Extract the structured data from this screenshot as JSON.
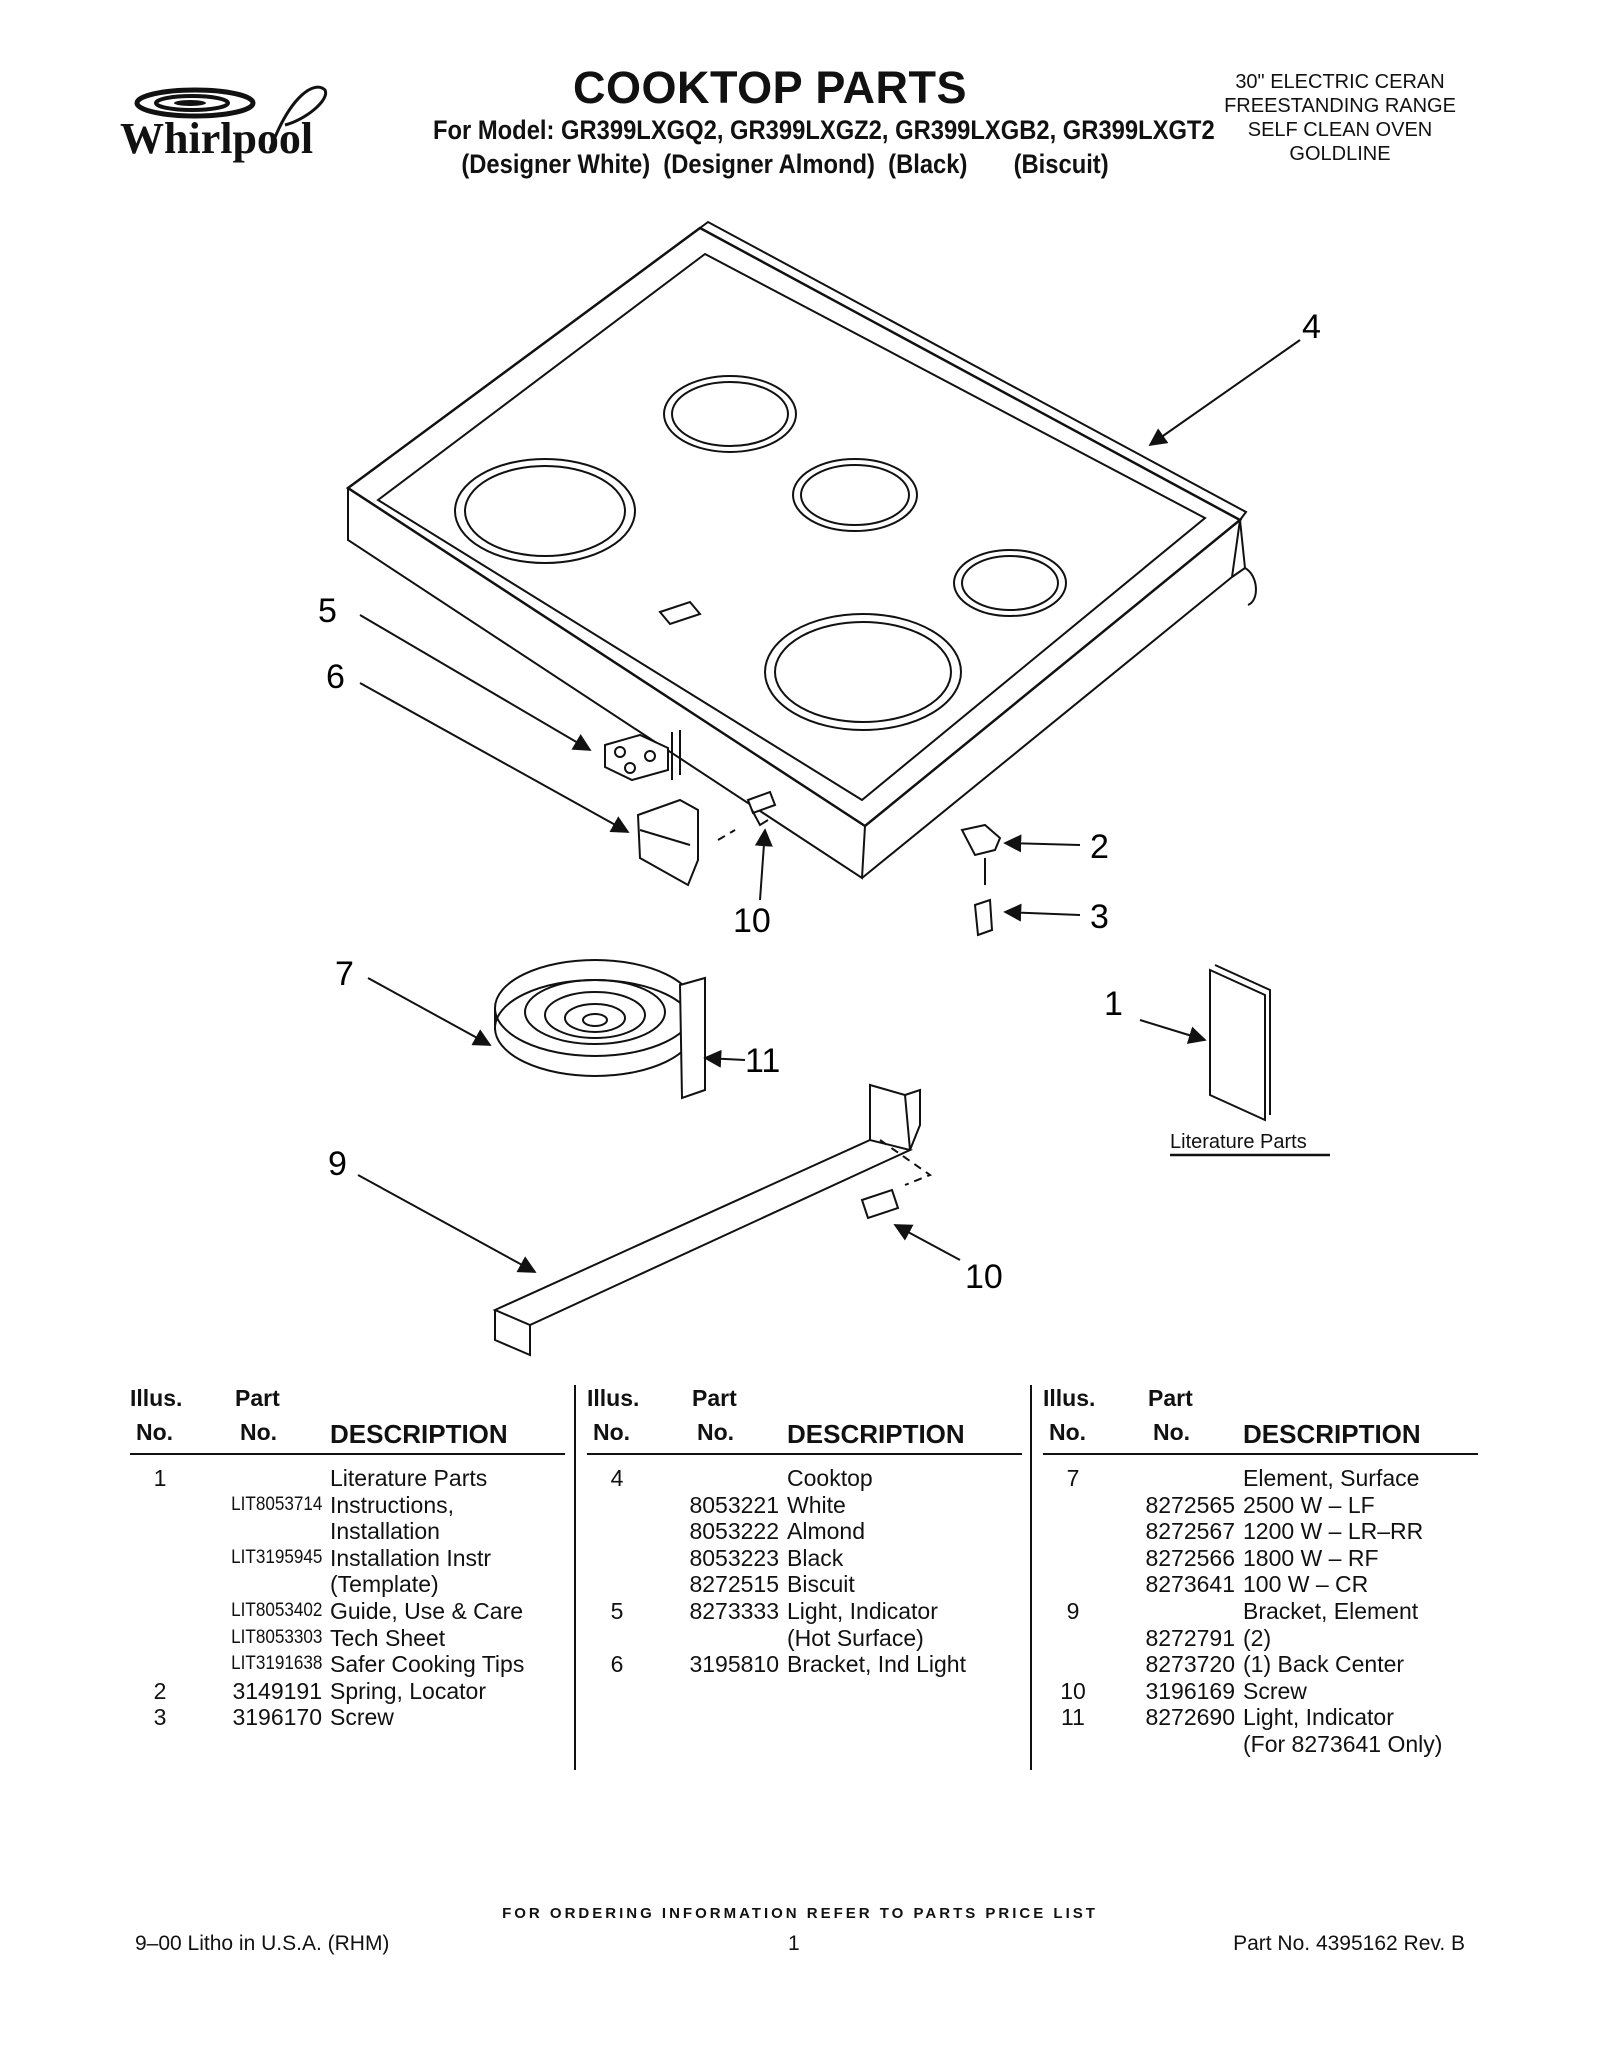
{
  "header": {
    "brand": "Whirlpool",
    "title": "COOKTOP PARTS",
    "model_line": "For Model: GR399LXGQ2, GR399LXGZ2, GR399LXGB2, GR399LXGT2",
    "color_line": "(Designer White)  (Designer Almond)  (Black)       (Biscuit)",
    "spec_lines": [
      "30\" ELECTRIC CERAN",
      "FREESTANDING RANGE",
      "SELF CLEAN OVEN",
      "GOLDLINE"
    ]
  },
  "diagram": {
    "callouts": [
      "4",
      "5",
      "6",
      "2",
      "10",
      "3",
      "7",
      "1",
      "11",
      "9",
      "10"
    ],
    "literature_label": "Literature Parts"
  },
  "table": {
    "headers": {
      "illus": "Illus.",
      "no": "No.",
      "part": "Part",
      "part_no": "No.",
      "description": "DESCRIPTION"
    },
    "columns": [
      [
        {
          "illus": "1",
          "part": "",
          "desc": "Literature Parts"
        },
        {
          "illus": "",
          "part": "LIT8053714",
          "desc": "Instructions,"
        },
        {
          "illus": "",
          "part": "",
          "desc": "Installation"
        },
        {
          "illus": "",
          "part": "LIT3195945",
          "desc": "Installation Instr"
        },
        {
          "illus": "",
          "part": "",
          "desc": "(Template)"
        },
        {
          "illus": "",
          "part": "LIT8053402",
          "desc": "Guide, Use & Care"
        },
        {
          "illus": "",
          "part": "LIT8053303",
          "desc": "Tech Sheet"
        },
        {
          "illus": "",
          "part": "LIT3191638",
          "desc": "Safer Cooking Tips"
        },
        {
          "illus": "2",
          "part": "3149191",
          "desc": "Spring, Locator"
        },
        {
          "illus": "3",
          "part": "3196170",
          "desc": "Screw"
        }
      ],
      [
        {
          "illus": "4",
          "part": "",
          "desc": "Cooktop"
        },
        {
          "illus": "",
          "part": "8053221",
          "desc": "White"
        },
        {
          "illus": "",
          "part": "8053222",
          "desc": "Almond"
        },
        {
          "illus": "",
          "part": "8053223",
          "desc": "Black"
        },
        {
          "illus": "",
          "part": "8272515",
          "desc": "Biscuit"
        },
        {
          "illus": "5",
          "part": "8273333",
          "desc": "Light, Indicator"
        },
        {
          "illus": "",
          "part": "",
          "desc": "(Hot Surface)"
        },
        {
          "illus": "6",
          "part": "3195810",
          "desc": "Bracket, Ind Light"
        }
      ],
      [
        {
          "illus": "7",
          "part": "",
          "desc": "Element, Surface"
        },
        {
          "illus": "",
          "part": "8272565",
          "desc": "2500 W – LF"
        },
        {
          "illus": "",
          "part": "8272567",
          "desc": "1200 W – LR–RR"
        },
        {
          "illus": "",
          "part": "8272566",
          "desc": "1800 W – RF"
        },
        {
          "illus": "",
          "part": "8273641",
          "desc": "100 W – CR"
        },
        {
          "illus": "9",
          "part": "",
          "desc": "Bracket, Element"
        },
        {
          "illus": "",
          "part": "8272791",
          "desc": "(2)"
        },
        {
          "illus": "",
          "part": "8273720",
          "desc": "(1) Back Center"
        },
        {
          "illus": "10",
          "part": "3196169",
          "desc": "Screw"
        },
        {
          "illus": "11",
          "part": "8272690",
          "desc": "Light, Indicator"
        },
        {
          "illus": "",
          "part": "",
          "desc": "(For 8273641 Only)"
        }
      ]
    ]
  },
  "footer": {
    "order_note": "FOR ORDERING INFORMATION REFER TO PARTS PRICE LIST",
    "litho": "9–00 Litho in U.S.A. (RHM)",
    "page": "1",
    "part_no": "Part No. 4395162 Rev. B"
  }
}
